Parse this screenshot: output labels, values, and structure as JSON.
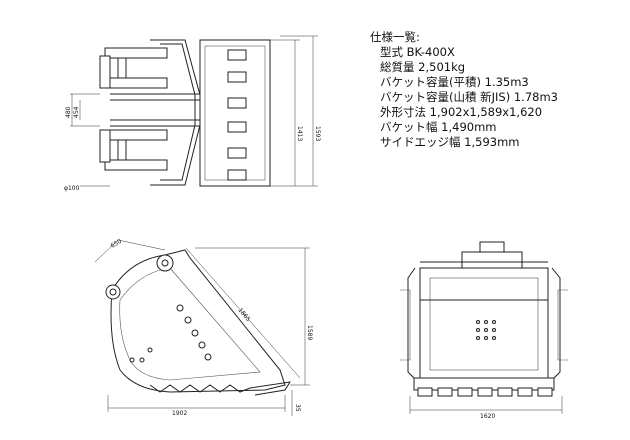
{
  "specs": {
    "heading": "仕様一覧:",
    "items": [
      "型式  BK-400X",
      "総質量  2,501kg",
      "バケット容量(平積)  1.35m3",
      "バケット容量(山積 新JIS)  1.78m3",
      "外形寸法  1,902x1,589x1,620",
      "バケット幅  1,490mm",
      "サイドエッジ幅  1,593mm"
    ]
  },
  "top_view_dims": {
    "pin_spacing_outer": "480",
    "pin_spacing_inner": "454",
    "pin_diameter": "φ100",
    "width_inner": "1413",
    "width_outer": "1593"
  },
  "side_view_dims": {
    "pin_distance": "650",
    "diagonal": "1865",
    "height": "1589",
    "length": "1902",
    "tip_offset": "35"
  },
  "front_view_dims": {
    "width": "1620"
  }
}
